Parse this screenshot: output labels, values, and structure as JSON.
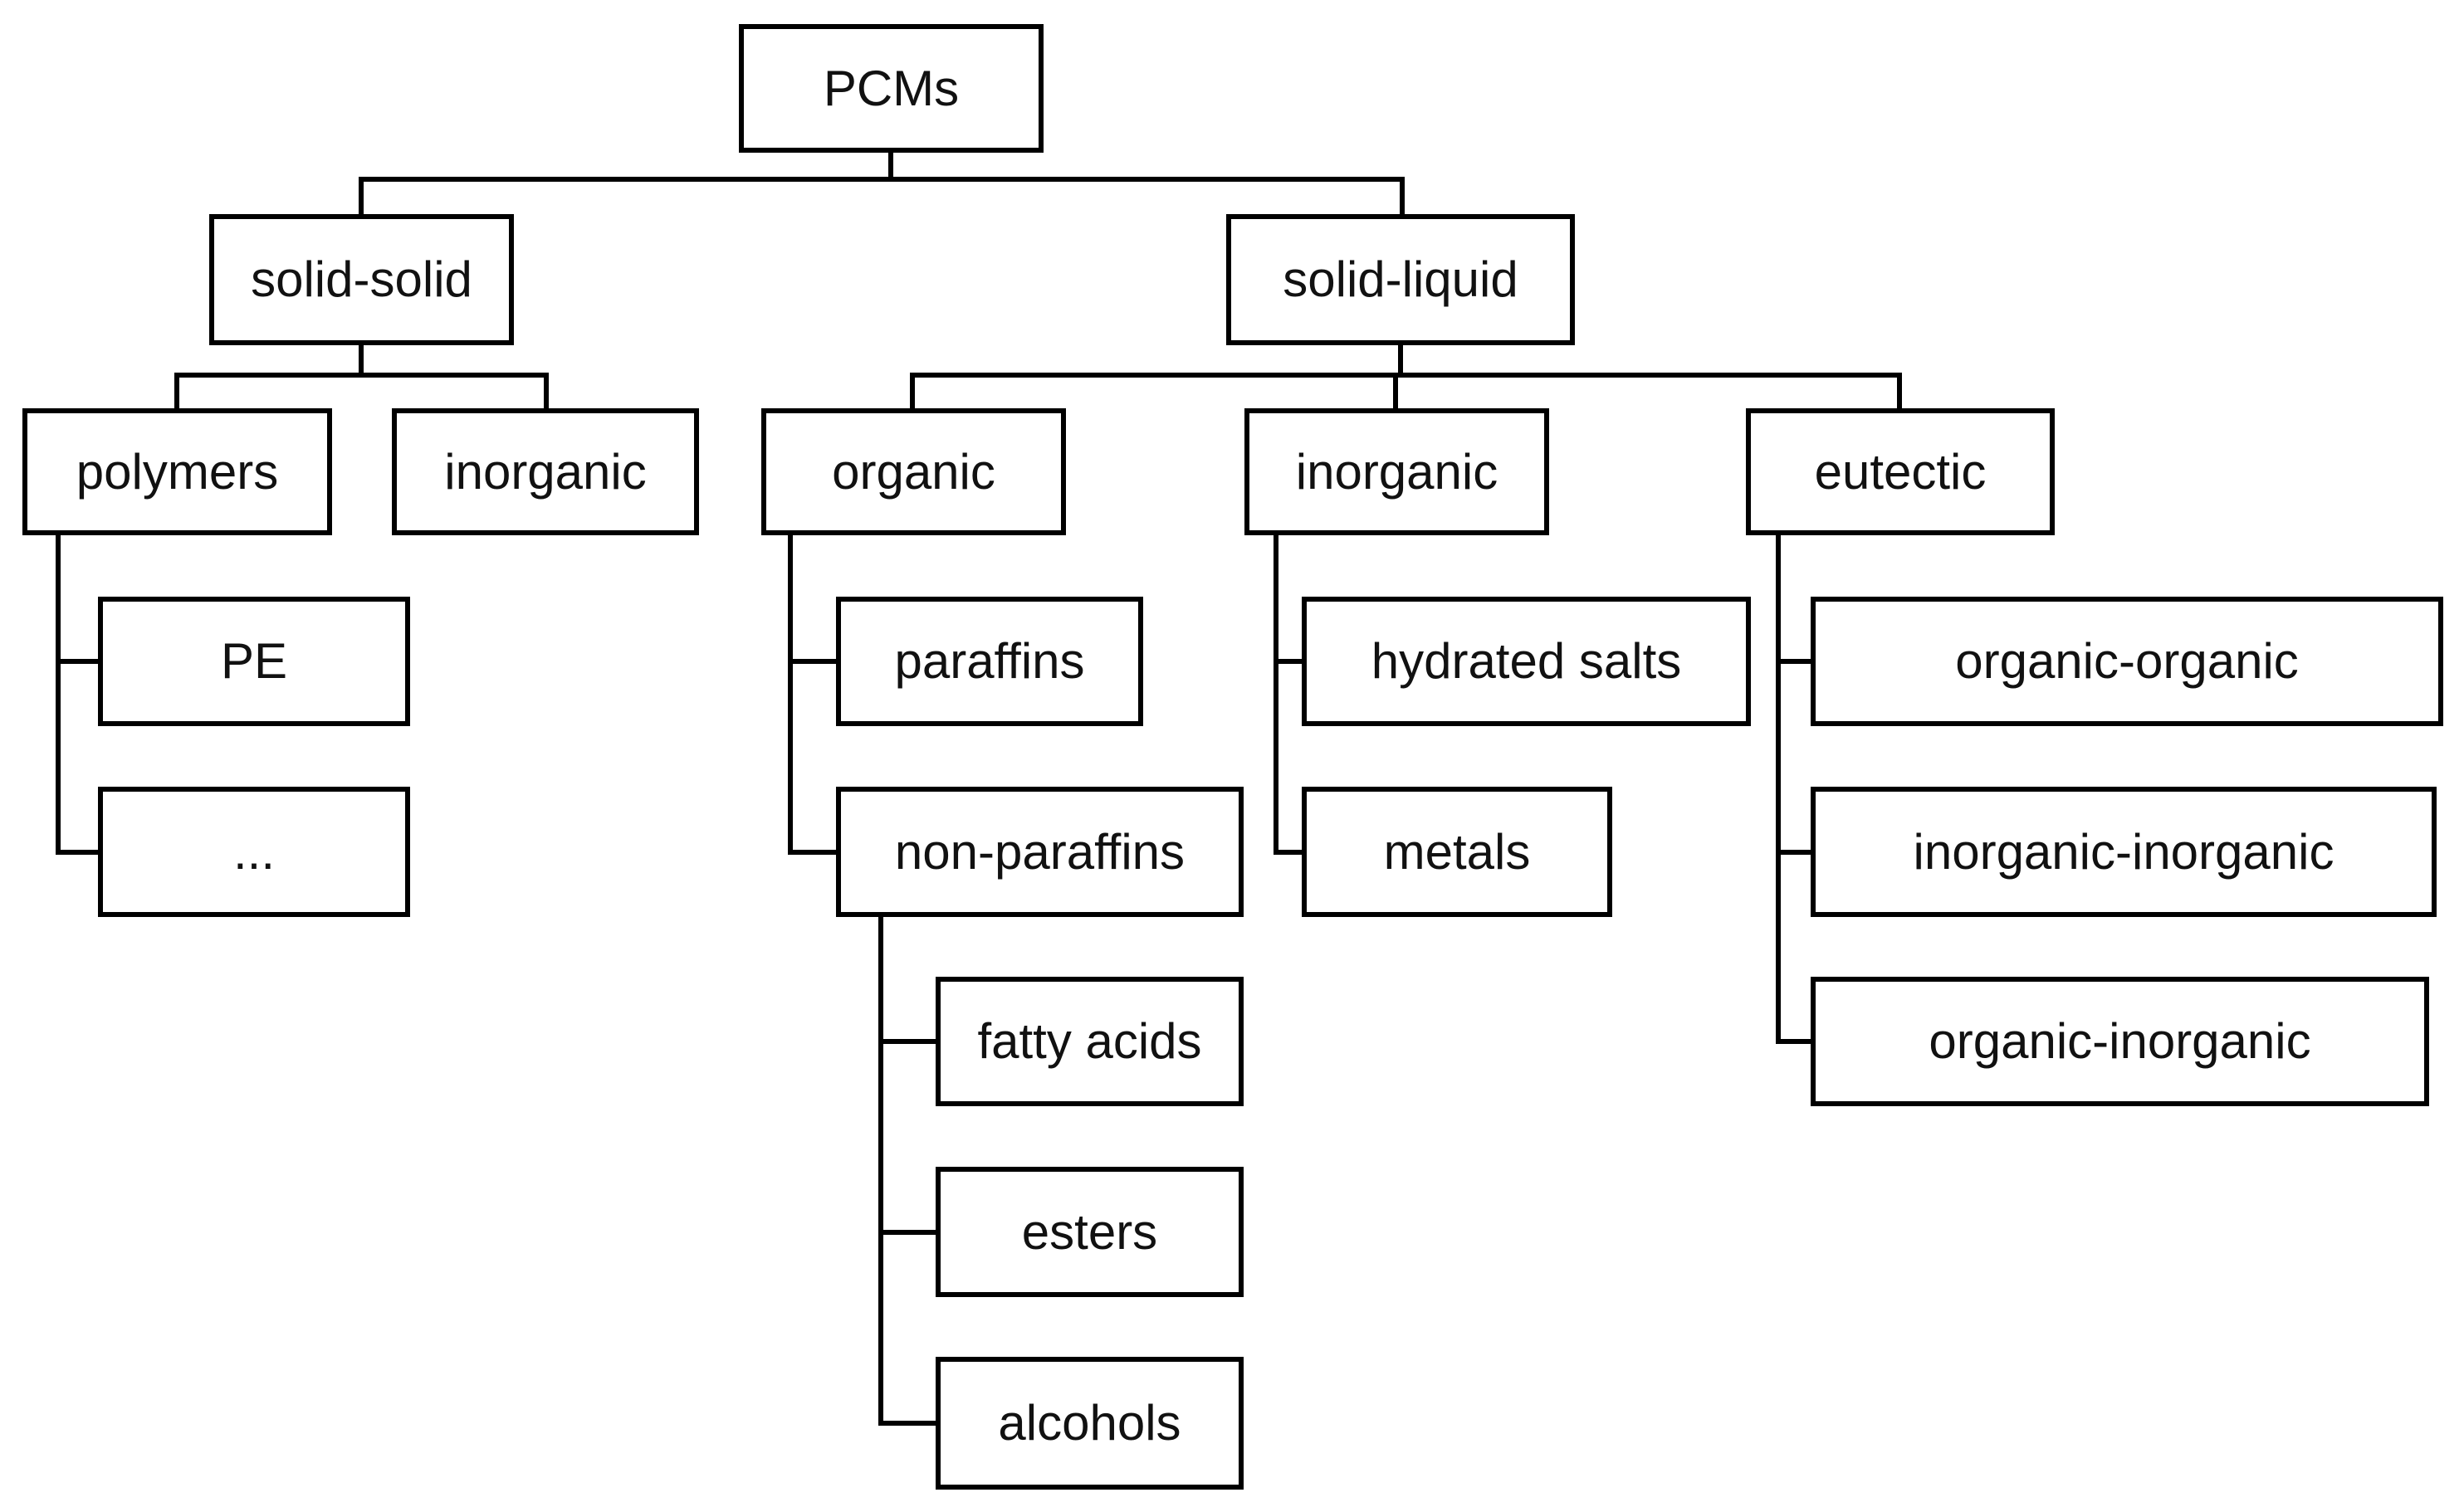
{
  "diagram": {
    "root": "PCMs",
    "solid_solid": {
      "label": "solid-solid",
      "polymers": {
        "label": "polymers",
        "pe": "PE",
        "more": "..."
      },
      "inorganic": "inorganic"
    },
    "solid_liquid": {
      "label": "solid-liquid",
      "organic": {
        "label": "organic",
        "paraffins": "paraffins",
        "non_paraffins": {
          "label": "non-paraffins",
          "fatty_acids": "fatty acids",
          "esters": "esters",
          "alcohols": "alcohols"
        }
      },
      "inorganic": {
        "label": "inorganic",
        "hydrated_salts": "hydrated salts",
        "metals": "metals"
      },
      "eutectic": {
        "label": "eutectic",
        "organic_organic": "organic-organic",
        "inorganic_inorganic": "inorganic-inorganic",
        "organic_inorganic": "organic-inorganic"
      }
    }
  },
  "colors": {
    "line": "#000000",
    "box_fill": "#ffffff",
    "text": "#111111"
  }
}
